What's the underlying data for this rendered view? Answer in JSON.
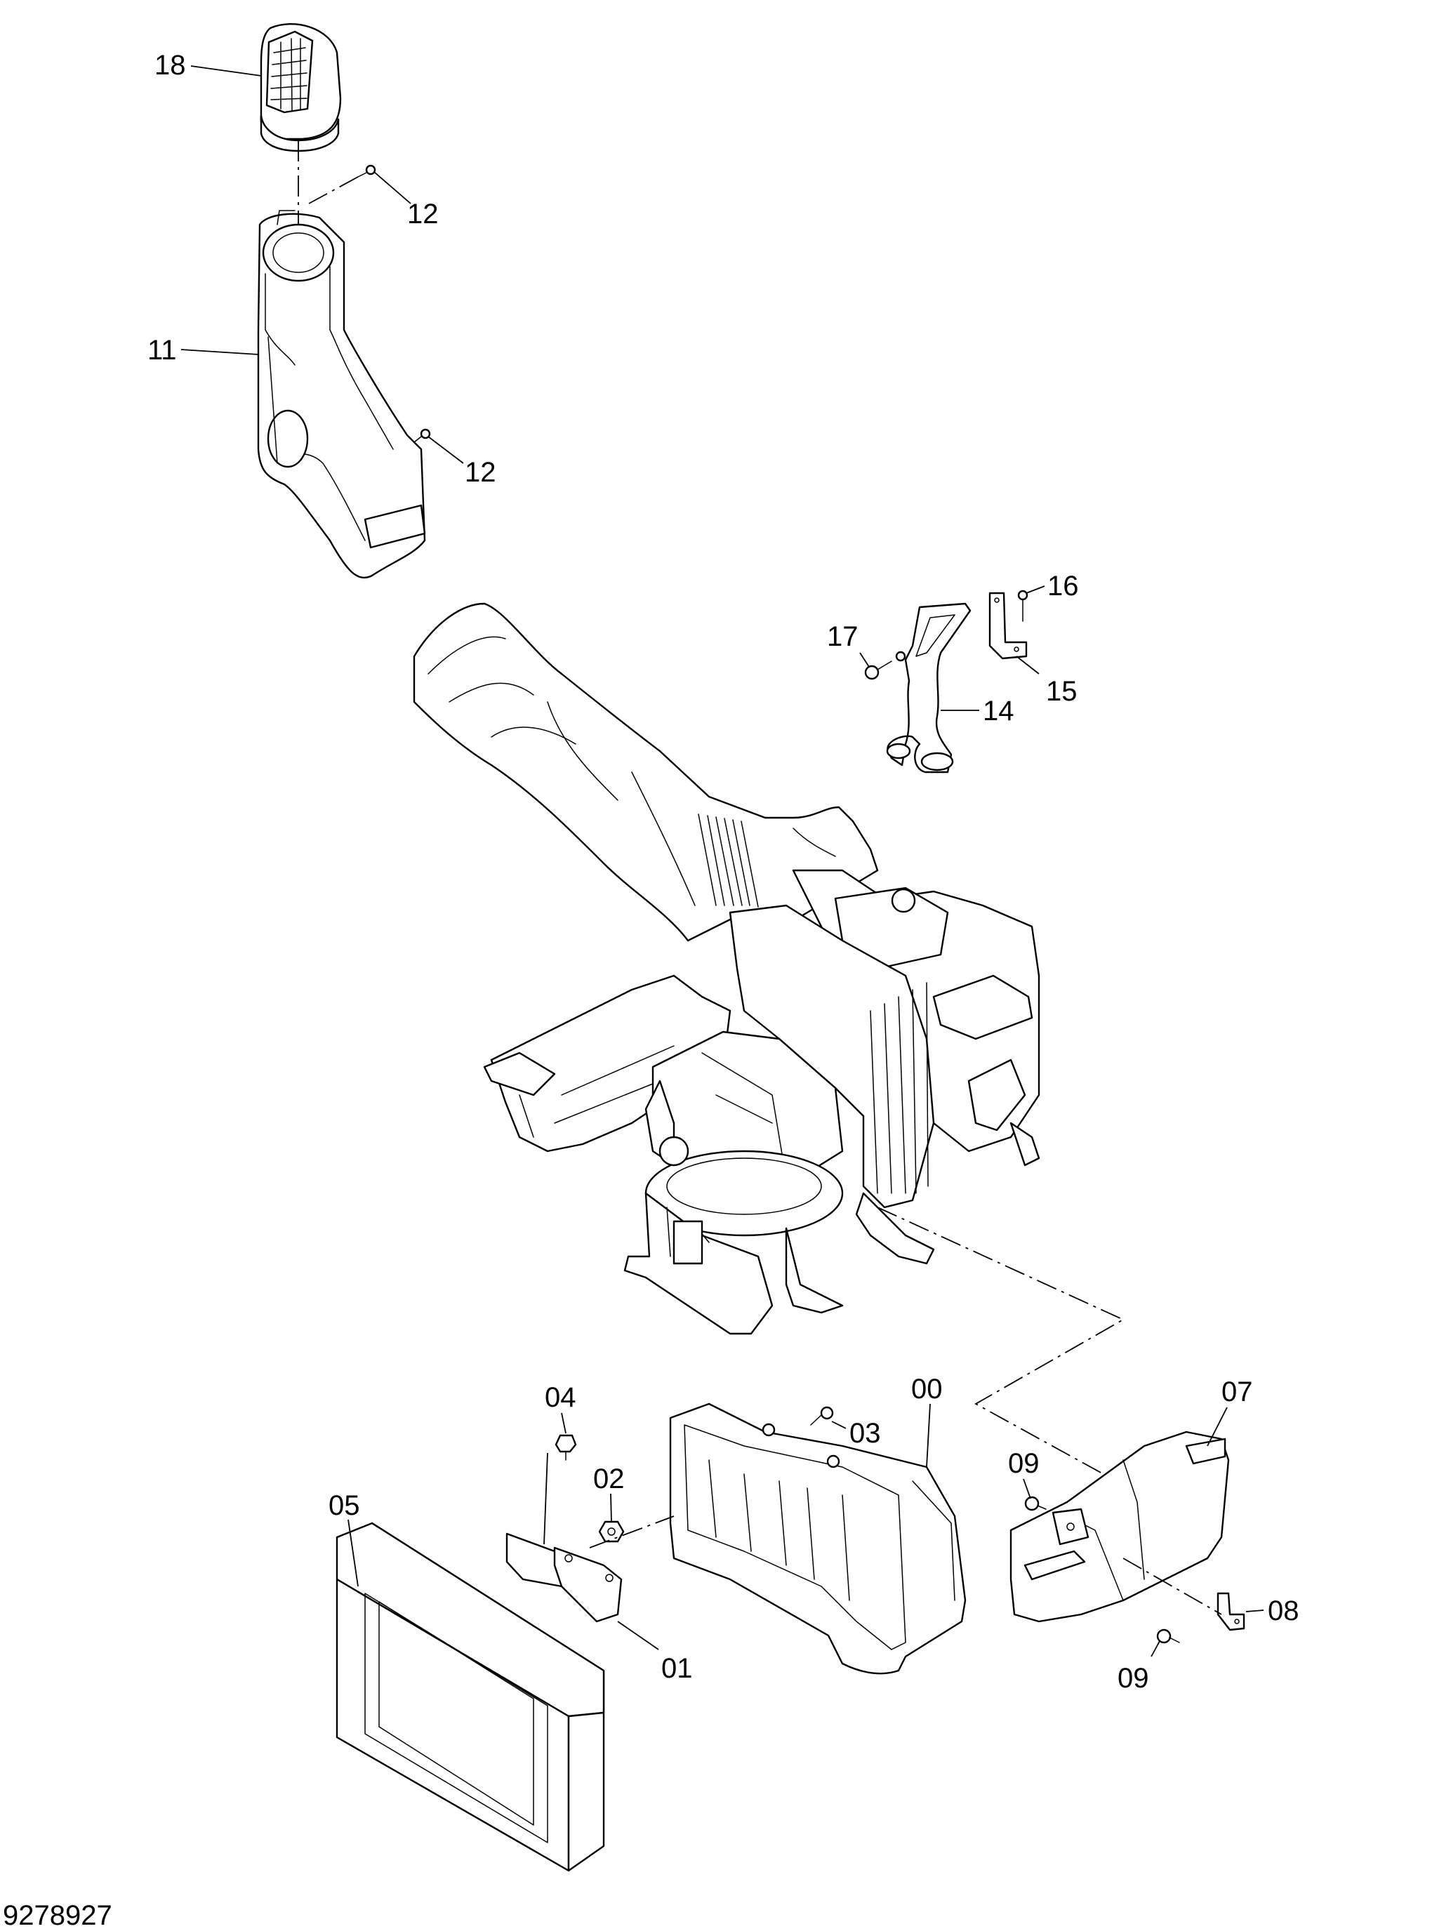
{
  "drawing_number": "9278927",
  "callouts": {
    "c18": "18",
    "c12a": "12",
    "c11": "11",
    "c12b": "12",
    "c16": "16",
    "c17": "17",
    "c15": "15",
    "c14": "14",
    "c04": "04",
    "c00": "00",
    "c03": "03",
    "c07": "07",
    "c02": "02",
    "c09a": "09",
    "c05": "05",
    "c08": "08",
    "c01": "01",
    "c09b": "09"
  }
}
